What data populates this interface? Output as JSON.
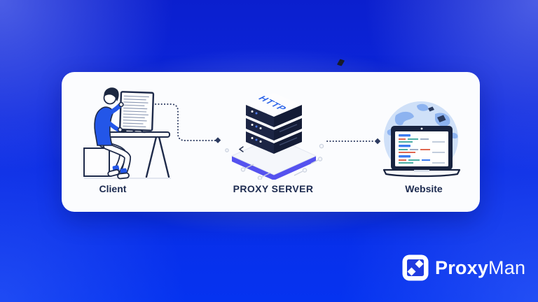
{
  "diagram": {
    "title_visible": false,
    "nodes": [
      {
        "id": "client",
        "label": "Client",
        "illustration": "person-at-desk"
      },
      {
        "id": "proxy-server",
        "label": "PROXY SERVER",
        "badge": "HTTP",
        "illustration": "isometric-server-stack"
      },
      {
        "id": "website",
        "label": "Website",
        "illustration": "laptop-over-globe"
      }
    ],
    "connections": [
      {
        "from": "client",
        "to": "proxy-server",
        "style": "dotted-curved-arrow"
      },
      {
        "from": "proxy-server",
        "to": "website",
        "style": "dotted-straight-arrow"
      }
    ]
  },
  "branding": {
    "icon": "proxyman-swap-icon",
    "name_bold": "Proxy",
    "name_light": "Man"
  },
  "colors": {
    "background_blue": "#0c2ae2",
    "card_white": "#fbfcfe",
    "outline_navy": "#1e2a4a",
    "sweater_blue": "#2356e8",
    "server_navy": "#1c2544",
    "platform_purple": "#5552ef",
    "http_blue": "#2b63e8",
    "globe_blue": "#cfe0f8",
    "label_navy": "#1d2b50",
    "arrow_navy": "#2c3a60"
  }
}
